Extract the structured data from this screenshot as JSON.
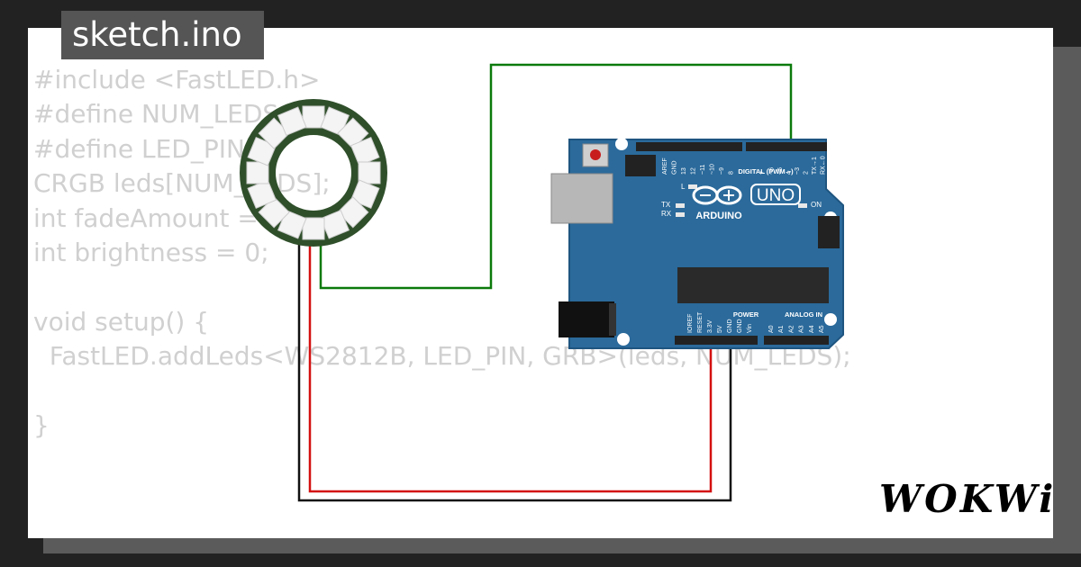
{
  "title": "sketch.ino",
  "code_lines": [
    "#include <FastLED.h>",
    "#define NUM_LEDS 7",
    "#define LED_PIN 3",
    "CRGB leds[NUM_LEDS];",
    "int fadeAmount = 10;",
    "int brightness = 0;",
    "",
    "void setup() {",
    "  FastLED.addLeds<WS2812B, LED_PIN, GRB>(leds, NUM_LEDS);",
    "",
    "}"
  ],
  "board": {
    "model": "UNO",
    "brand": "ARDUINO",
    "digital_header_label": "DIGITAL (PWM ~)",
    "power_label": "POWER",
    "analog_label": "ANALOG IN",
    "on_label": "ON",
    "l_label": "L",
    "tx_label": "TX",
    "rx_label": "RX",
    "digital_pins": [
      "AREF",
      "GND",
      "13",
      "12",
      "~11",
      "~10",
      "~9",
      "8",
      "7",
      "~6",
      "~5",
      "4",
      "~3",
      "2",
      "TX→1",
      "RX←0"
    ],
    "power_pins": [
      "IOREF",
      "RESET",
      "3.3V",
      "5V",
      "GND",
      "GND",
      "Vin"
    ],
    "analog_pins": [
      "A0",
      "A1",
      "A2",
      "A3",
      "A4",
      "A5"
    ]
  },
  "logo": "WOKWi",
  "colors": {
    "board_blue": "#2b6a9b",
    "wire_green": "#0b7a0b",
    "wire_red": "#d41010",
    "wire_black": "#111111",
    "ring_dark": "#2f4f2a",
    "led_white": "#f4f4f4",
    "code_gray": "#d0d0d0"
  }
}
